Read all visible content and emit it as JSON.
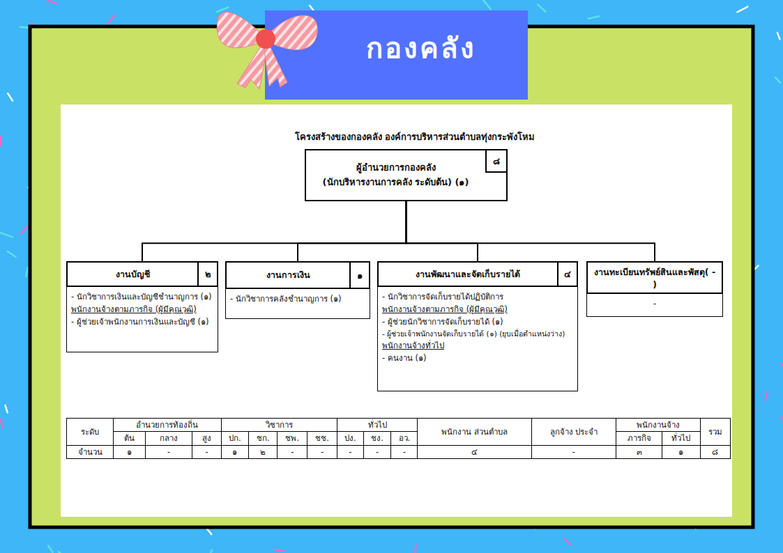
{
  "diagram": {
    "title": "โครงสร้างของกองคลัง องค์การบริหารส่วนตำบลทุ่งกระพังโหม",
    "nodes": [
      {
        "text": [
          "กองคลัง"
        ]
      },
      {
        "text": [
          "ผู้อำนวยการกองคลัง",
          "(นักบริหารงานการคลัง ระดับต้น) (๑)",
          "๘"
        ]
      },
      {
        "text": [
          "งานบัญชี",
          "๒",
          "- นักวิชาการเงินและบัญชีชำนาญการ (๑)",
          "พนักงานจ้างตามภารกิจ (ผู้มีคุณวุฒิ)",
          "- ผู้ช่วยเจ้าพนักงานการเงินและบัญชี (๑)"
        ]
      },
      {
        "text": [
          "งานการเงิน",
          "๑",
          "- นักวิชาการคลังชำนาญการ (๑)"
        ]
      },
      {
        "text": [
          "งานพัฒนาและจัดเก็บรายได้",
          "๔",
          "- นักวิชาการจัดเก็บรายได้ปฏิบัติการ",
          "พนักงานจ้างตามภารกิจ (ผู้มีคุณวุฒิ)",
          "- ผู้ช่วยนักวิชาการจัดเก็บรายได้ (๑)",
          "- ผู้ช่วยเจ้าพนักงานจัดเก็บรายได้ (๑) (ยุบเมื่อตำแหน่งว่าง)",
          "พนักงานจ้างทั่วไป",
          "- คนงาน (๑)"
        ]
      },
      {
        "text": [
          "งานทะเบียนทรัพย์สินและพัสดุ( - )",
          "-"
        ]
      }
    ],
    "edges": [
      {
        "from": 1,
        "to": 2,
        "arrow": "none"
      },
      {
        "from": 1,
        "to": 3,
        "arrow": "none"
      },
      {
        "from": 1,
        "to": 4,
        "arrow": "none"
      },
      {
        "from": 1,
        "to": 5,
        "arrow": "none"
      }
    ],
    "labels": [
      "ระดับ",
      "อำนวยการท้องถิ่น",
      "วิชาการ",
      "ทั่วไป",
      "พนักงาน ส่วนตำบล",
      "ลูกจ้าง ประจำ",
      "พนักงานจ้าง",
      "รวม",
      "ต้น",
      "กลาง",
      "สูง",
      "ปก.",
      "ชก.",
      "ชพ.",
      "ชช.",
      "ปง.",
      "ชง.",
      "อว.",
      "ภารกิจ",
      "ทั่วไป",
      "จำนวน",
      "๑",
      "-",
      "-",
      "๑",
      "๒",
      "-",
      "-",
      "-",
      "-",
      "-",
      "๔",
      "-",
      "๓",
      "๑",
      "๘"
    ]
  }
}
